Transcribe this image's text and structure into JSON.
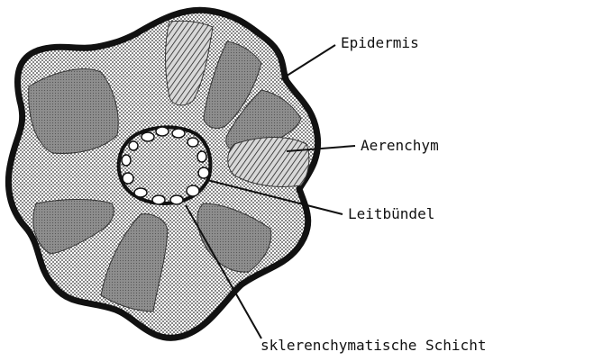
{
  "labels": {
    "epidermis": "Epidermis",
    "aerenchym": "Aerenchym",
    "leitbuendel": "Leitbündel",
    "sklerenchym": "sklerenchymatische Schicht"
  },
  "colors": {
    "outline": "#111111",
    "tissue_fill": "#c8c8c8",
    "lacuna_fill": "#9a9a9a",
    "bundle_fill": "#ffffff",
    "background": "#ffffff"
  }
}
